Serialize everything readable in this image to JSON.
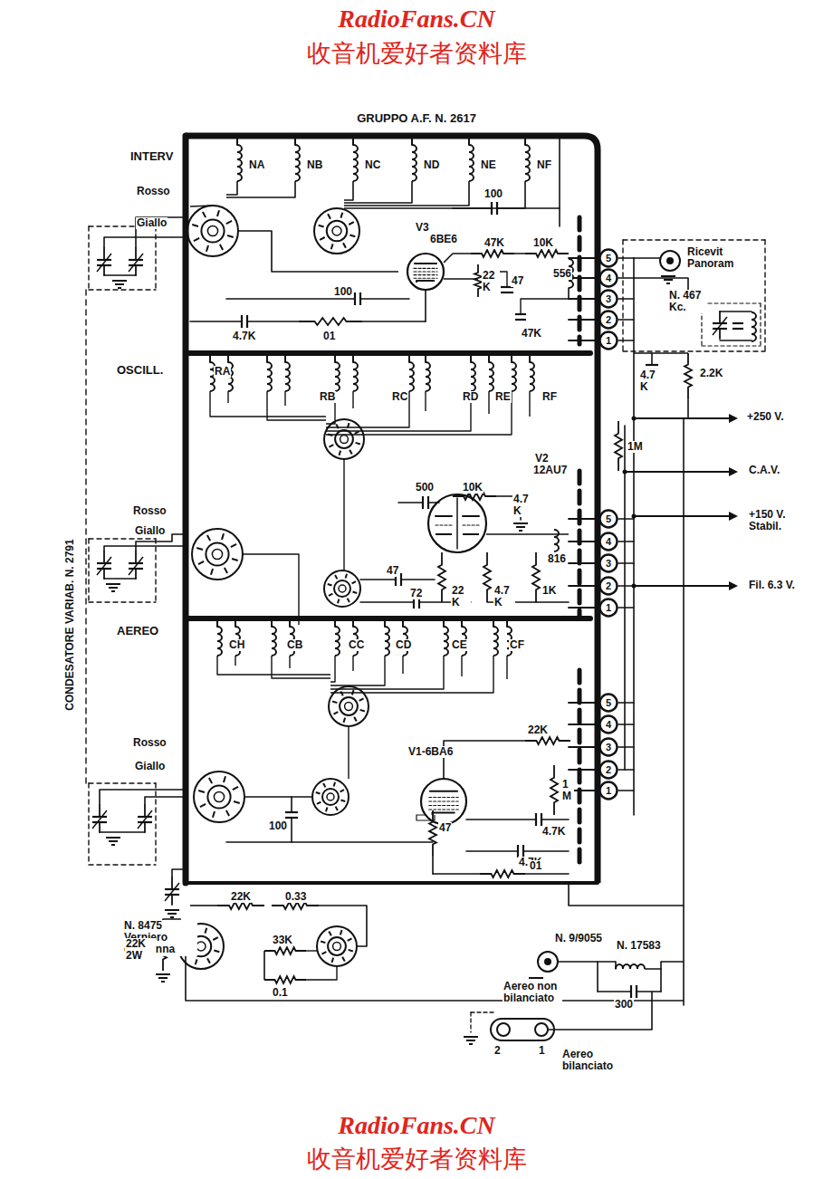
{
  "diagram": {
    "title": "GRUPPO A.F. N. 2617",
    "nodes": [
      {
        "text": [
          "5"
        ]
      },
      {
        "text": [
          "4"
        ]
      },
      {
        "text": [
          "3"
        ]
      },
      {
        "text": [
          "2"
        ]
      },
      {
        "text": [
          "1"
        ]
      },
      {
        "text": [
          "5"
        ]
      },
      {
        "text": [
          "4"
        ]
      },
      {
        "text": [
          "3"
        ]
      },
      {
        "text": [
          "2"
        ]
      },
      {
        "text": [
          "1"
        ]
      },
      {
        "text": [
          "5"
        ]
      },
      {
        "text": [
          "4"
        ]
      },
      {
        "text": [
          "3"
        ]
      },
      {
        "text": [
          "2"
        ]
      },
      {
        "text": [
          "1"
        ]
      }
    ],
    "labels": [
      "RadioFans.CN",
      "收音机爱好者资料库",
      "INTERV",
      "NA",
      "NB",
      "NC",
      "ND",
      "NE",
      "NF",
      "Rosso",
      "Giallo",
      "100",
      "V3",
      "6BE6",
      "47K",
      "10K",
      "Ricevit Panoram",
      "22 K",
      "47",
      "556",
      "100",
      "4.7K",
      "01",
      "47K",
      "N. 467 Kc.",
      "4.7 K",
      "2.2K",
      "+250 V.",
      "OSCILL.",
      "RA",
      "RB",
      "RC",
      "RD",
      "RE",
      "RF",
      "V2",
      "12AU7",
      "1M",
      "C.A.V.",
      "500",
      "10K",
      "4.7 K",
      "+150 V. Stabil.",
      "Rosso",
      "Giallo",
      "816",
      "47",
      "72",
      "22 K",
      "4.7 K",
      "1K",
      "Fil. 6.3 V.",
      "AEREO",
      "CH",
      "CB",
      "CC",
      "CD",
      "CE",
      "CF",
      "22K",
      "Rosso",
      "Giallo",
      "V1-6BA6",
      "1 M",
      "47",
      "4.7K",
      "4.7K",
      "100",
      "01",
      "CONDESATORE VARIAB. N. 2791",
      "N. 8475 Verniero d'antenna",
      "22K",
      "0.33",
      "22K 2W",
      "33K",
      "0.1",
      "N. 9/9055",
      "N. 17583",
      "Aereo non bilanciato",
      "300",
      "2",
      "1",
      "Aereo bilanciato",
      "RadioFans.CN",
      "收音机爱好者资料库"
    ]
  }
}
